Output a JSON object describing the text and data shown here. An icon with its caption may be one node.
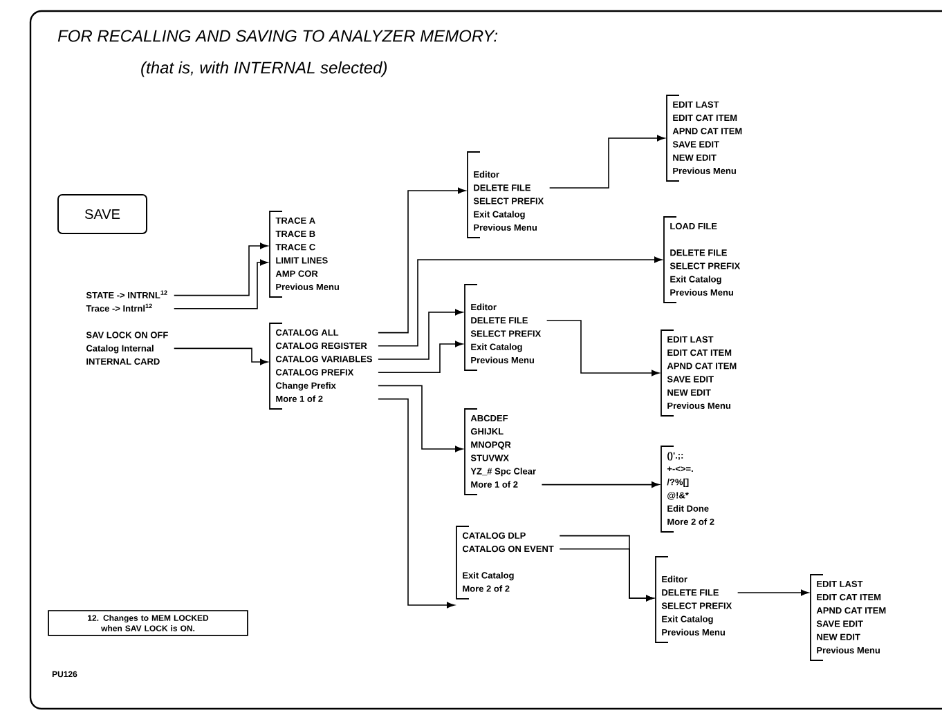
{
  "diagram": {
    "title": "FOR RECALLING AND SAVING TO ANALYZER MEMORY:",
    "nodes": [
      {
        "text": [
          "SAVE"
        ]
      },
      {
        "text": [
          "STATE -> INTRNL$^{12}$",
          "Trace -> Intrnl$^{12}$",
          "SAV LOCK ON OFF",
          "Catalog Internal",
          "INTERNAL CARD"
        ]
      },
      {
        "text": [
          "TRACE A",
          "TRACE B",
          "TRACE C",
          "LIMIT LINES",
          "AMP COR",
          "Previous Menu"
        ]
      },
      {
        "text": [
          "CATALOG ALL",
          "CATALOG REGISTER",
          "CATALOG VARIABLES",
          "CATALOG PREFIX",
          "Change Prefix",
          "More 1 of 2"
        ]
      },
      {
        "text": [
          "Editor",
          "DELETE FILE",
          "SELECT PREFIX",
          "Exit Catalog",
          "Previous Menu"
        ]
      },
      {
        "text": [
          "EDIT LAST",
          "EDIT CAT ITEM",
          "APND CAT ITEM",
          "SAVE EDIT",
          "NEW EDIT",
          "Previous Menu"
        ]
      },
      {
        "text": [
          "LOAD FILE",
          "DELETE FILE",
          "SELECT PREFIX",
          "Exit Catalog",
          "Previous Menu"
        ]
      },
      {
        "text": [
          "Editor",
          "DELETE FILE",
          "SELECT PREFIX",
          "Exit Catalog",
          "Previous Menu"
        ]
      },
      {
        "text": [
          "EDIT LAST",
          "EDIT CAT ITEM",
          "APND CAT ITEM",
          "SAVE EDIT",
          "NEW EDIT",
          "Previous Menu"
        ]
      },
      {
        "text": [
          "ABCDEF",
          "GHIJKL",
          "MNOPQR",
          "STUVWX",
          "YZ_# Spc Clear",
          "More 1 of 2"
        ]
      },
      {
        "text": [
          "()'.;:",
          "+-<>=.",
          "/?%[]",
          "@!&*",
          "Edit Done",
          "More 2 of 2"
        ]
      },
      {
        "text": [
          "CATALOG DLP",
          "CATALOG ON EVENT",
          "Exit Catalog",
          "More 2 of 2"
        ]
      },
      {
        "text": [
          "Editor",
          "DELETE FILE",
          "SELECT PREFIX",
          "Exit Catalog",
          "Previous Menu"
        ]
      },
      {
        "text": [
          "EDIT LAST",
          "EDIT CAT ITEM",
          "APND CAT ITEM",
          "SAVE EDIT",
          "NEW EDIT",
          "Previous Menu"
        ]
      },
      {
        "text": [
          "12. Changes to MEM LOCKED when SAV LOCK is ON."
        ]
      }
    ],
    "edges": [
      {
        "from": 1,
        "to": 2,
        "arrow": "to"
      },
      {
        "from": 1,
        "to": 2,
        "arrow": "to"
      },
      {
        "from": 1,
        "to": 3,
        "arrow": "to"
      },
      {
        "from": 3,
        "to": 4,
        "arrow": "to"
      },
      {
        "from": 3,
        "to": 6,
        "arrow": "to"
      },
      {
        "from": 3,
        "to": 7,
        "arrow": "to"
      },
      {
        "from": 3,
        "to": 7,
        "arrow": "to"
      },
      {
        "from": 3,
        "to": 9,
        "arrow": "to"
      },
      {
        "from": 3,
        "to": 11,
        "arrow": "to"
      },
      {
        "from": 4,
        "to": 5,
        "arrow": "to"
      },
      {
        "from": 7,
        "to": 8,
        "arrow": "to"
      },
      {
        "from": 9,
        "to": 10,
        "arrow": "to"
      },
      {
        "from": 11,
        "to": 12,
        "arrow": "to"
      },
      {
        "from": 11,
        "to": 12,
        "arrow": "to"
      },
      {
        "from": 12,
        "to": 13,
        "arrow": "to"
      }
    ],
    "labels": [
      "(that is, with INTERNAL selected)",
      "PU126"
    ]
  }
}
